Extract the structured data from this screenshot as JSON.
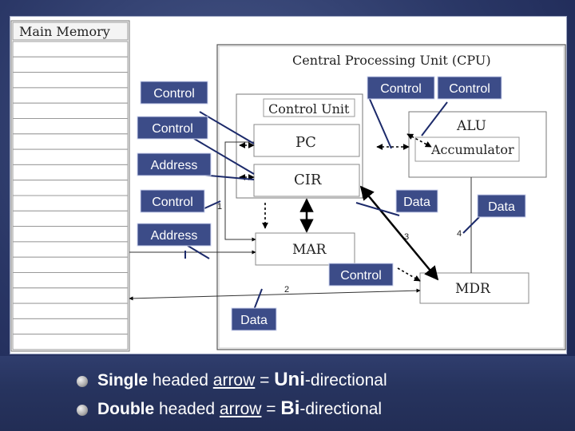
{
  "main_memory": {
    "title": "Main Memory",
    "rows": 20
  },
  "cpu": {
    "title": "Central Processing Unit (CPU)"
  },
  "registers": {
    "control_unit": "Control Unit",
    "pc": "PC",
    "cir": "CIR",
    "mar": "MAR",
    "alu": "ALU",
    "accumulator": "Accumulator",
    "mdr": "MDR"
  },
  "callouts": {
    "control_1": "Control",
    "control_2": "Control",
    "control_3": "Control",
    "control_4": "Control",
    "control_5": "Control",
    "control_6": "Control",
    "address_1": "Address",
    "address_2": "Address",
    "data_1": "Data",
    "data_2": "Data",
    "data_3": "Data"
  },
  "step_numbers": {
    "n1": "1",
    "n2": "2",
    "n3": "3",
    "n4": "4"
  },
  "legend": {
    "line1": {
      "bold": "Single",
      "mid": " headed ",
      "ul": "arrow",
      "eq": " = ",
      "big": "Uni",
      "rest": "-directional"
    },
    "line2": {
      "bold": "Double",
      "mid": " headed ",
      "ul": "arrow",
      "eq": " = ",
      "big": "Bi",
      "rest": "-directional"
    }
  },
  "colors": {
    "callout_fill": "#3c4c88",
    "callout_text": "#ffffff",
    "background": "#2a3766"
  }
}
